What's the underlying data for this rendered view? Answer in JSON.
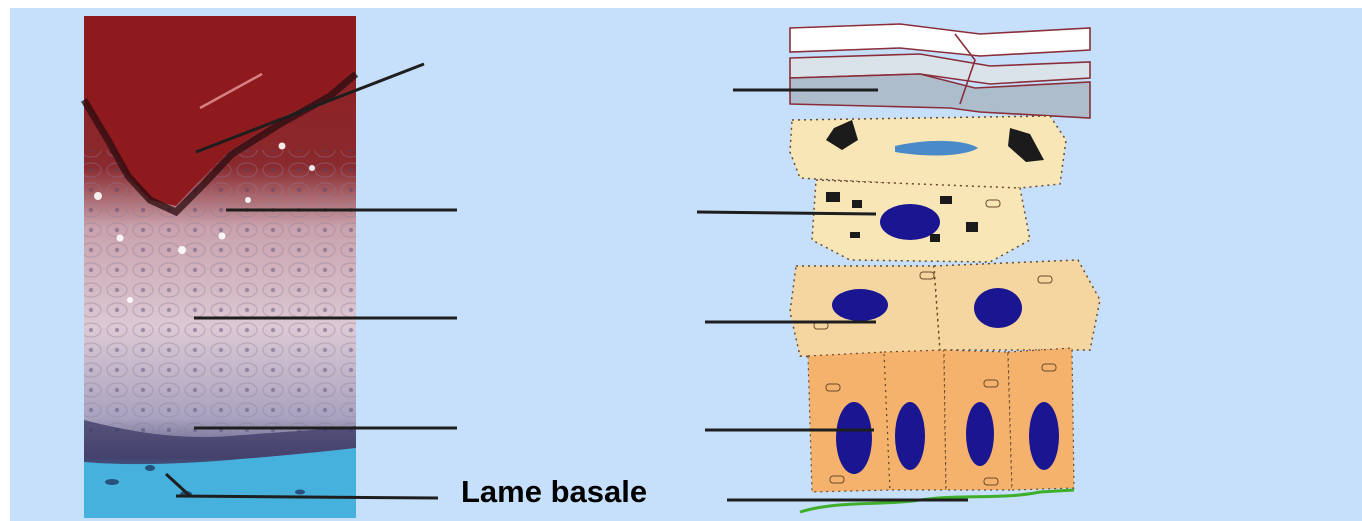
{
  "labels": {
    "basal_lamina": "Lame basale"
  },
  "colors": {
    "background": "#c6e0fb",
    "micrograph_keratin": "#8e1a1e",
    "micrograph_connective": "#4ab6de",
    "cell_fill_light": "#f8e6b7",
    "cell_fill_mid": "#f6cd8f",
    "cell_fill_deep": "#f4b26c",
    "nucleus": "#1a1591",
    "keratin_layer": "#aebdcc",
    "basement_membrane": "#3fae2a",
    "leader_line": "#1e1e1e"
  },
  "left_panel": {
    "type": "histology-micrograph",
    "stain_regions": [
      "keratin",
      "granular",
      "spinous",
      "basal",
      "connective-tissue"
    ]
  },
  "right_panel": {
    "type": "epidermis-schematic",
    "layers": [
      {
        "id": "corneum"
      },
      {
        "id": "granulosum"
      },
      {
        "id": "spinosum"
      },
      {
        "id": "basale"
      }
    ]
  }
}
